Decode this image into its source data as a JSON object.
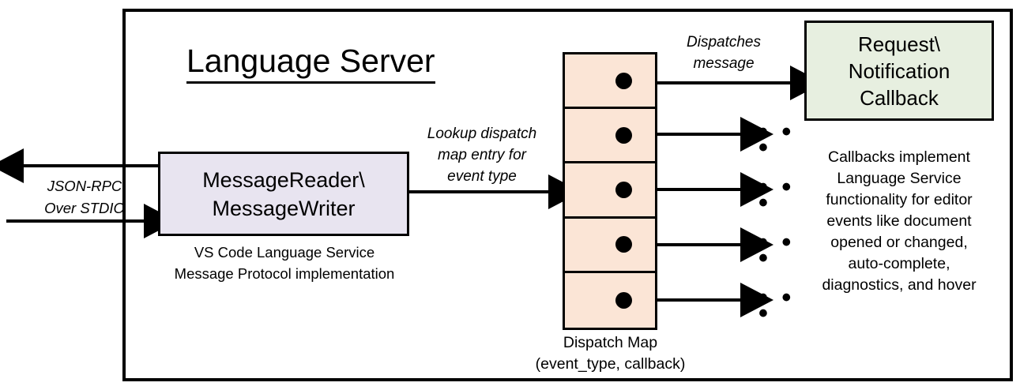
{
  "diagram": {
    "title": "Language Server",
    "boundary_label": "Language Server boundary",
    "colors": {
      "stroke": "#000000",
      "canvas": "#FFFFFF",
      "message_box_fill": "#E8E4F0",
      "dispatch_map_fill": "#FBE5D6",
      "callback_box_fill": "#E7EFE0"
    }
  },
  "external": {
    "protocol_label_line1": "JSON-RPC",
    "protocol_label_line2": "Over STDIO"
  },
  "message_rw": {
    "line1": "MessageReader\\",
    "line2": "MessageWriter",
    "caption_line1": "VS Code Language Service",
    "caption_line2": "Message Protocol implementation"
  },
  "lookup_edge": {
    "line1": "Lookup dispatch",
    "line2": "map entry for",
    "line3": "event type"
  },
  "dispatch_edge": {
    "line1": "Dispatches",
    "line2": "message"
  },
  "dispatch_map": {
    "caption_line1": "Dispatch Map",
    "caption_line2": "(event_type, callback)",
    "rows": [
      {
        "index": 1,
        "dot": "callback-entry-dot",
        "target": "Request\\Notification Callback"
      },
      {
        "index": 2,
        "dot": "callback-entry-dot",
        "target": "..."
      },
      {
        "index": 3,
        "dot": "callback-entry-dot",
        "target": "..."
      },
      {
        "index": 4,
        "dot": "callback-entry-dot",
        "target": "..."
      },
      {
        "index": 5,
        "dot": "callback-entry-dot",
        "target": "..."
      }
    ],
    "ellipsis": "• • •"
  },
  "callback": {
    "line1": "Request\\",
    "line2": "Notification",
    "line3": "Callback",
    "caption_line1": "Callbacks implement",
    "caption_line2": "Language Service",
    "caption_line3": "functionality for editor",
    "caption_line4": "events like document",
    "caption_line5": "opened or changed,",
    "caption_line6": "auto-complete,",
    "caption_line7": "diagnostics, and hover"
  }
}
